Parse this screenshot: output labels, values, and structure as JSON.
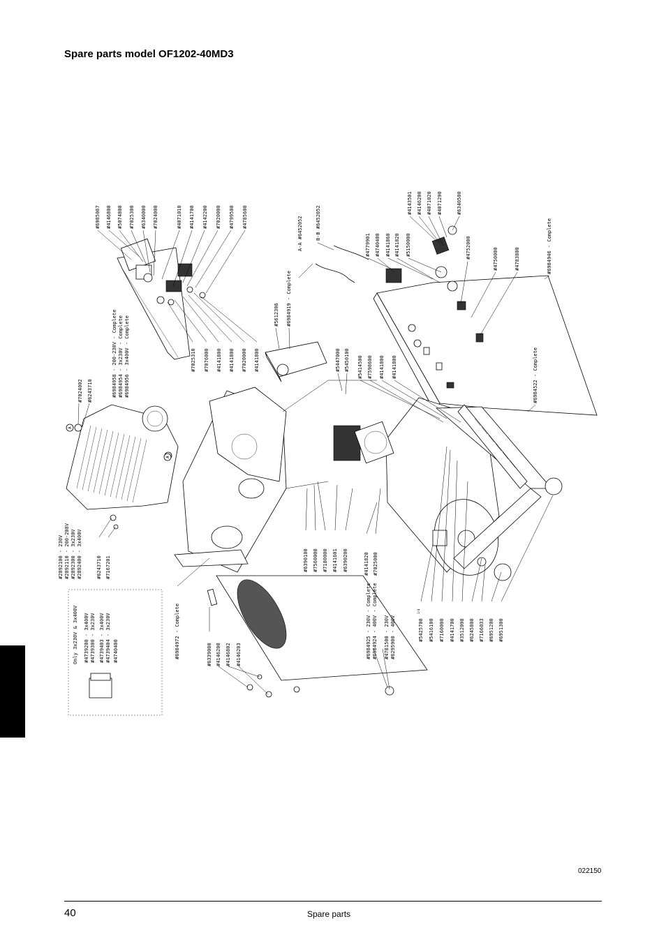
{
  "header": {
    "title": "Spare parts model OF1202-40MD3"
  },
  "figure": {
    "id": "022150"
  },
  "footer": {
    "page_number": "40",
    "section": "Spare parts"
  },
  "labels": {
    "top_group_1": [
      "#6985067",
      "#4146800",
      "#5074800",
      "#7025300",
      "#6340000",
      "#7024000"
    ],
    "top_group_2": [
      "#4071010",
      "#4141700",
      "#4142200",
      "#7020000",
      "#4799500",
      "#4785600"
    ],
    "mid_group": [
      "#7025310",
      "#7076000",
      "#4141800",
      "#4141800",
      "#7020000",
      "#4141800"
    ],
    "complete_set": [
      "#6984958 - 200-230V - Complete",
      "#6984954 - 3x230V - Complete",
      "#6984956 - 3x400V - Complete"
    ],
    "fitting_a": [
      "#7024002",
      "#6243710"
    ],
    "aa": "A-A #6452052",
    "bb": "B-B #6452052",
    "tank_box": [
      "#5612306",
      "#6984919 - Complete"
    ],
    "right_top": [
      "#4143501",
      "#4146200",
      "#4071020",
      "#4071290",
      "#6340500"
    ],
    "right_mid": [
      "#4779901",
      "#4740400",
      "#4141860",
      "#4141820",
      "#5150000",
      "#4752000",
      "#4750000",
      "#4783800"
    ],
    "complete_946": "#6984946 - Complete",
    "center_group": [
      "#5447000",
      "#5450100",
      "#5414500",
      "#7598600",
      "#4141800",
      "#4141800"
    ],
    "complete_522": "#6984522 - Complete",
    "motor_group": [
      "#2892100 - 230V",
      "#2892110 - 200-208V",
      "#2892300 - 3x230V",
      "#2892400 - 3x400V",
      "#6243710",
      "#7167201"
    ],
    "base_group": [
      "#6390100",
      "#7560000",
      "#7180000",
      "#4141601",
      "#6390200"
    ],
    "tank_group": [
      "#4141820",
      "#7025000"
    ],
    "complete_972": "#6984972 - Complete",
    "bottom_left": [
      "#6339000",
      "#4146200",
      "#4146802",
      "#4146203"
    ],
    "power_complete": [
      "#6984925 - 230V - Complete",
      "#6984924 - 400V - Complete",
      "#4781500 - 230V",
      "#6295900 - 400V"
    ],
    "bottom_right": [
      "#5425700",
      "#5416100",
      "#7160000",
      "#4141700",
      "#3512098",
      "#6245800",
      "#7166033",
      "#6951200",
      "#6951300"
    ],
    "switch_note": "Only 3x230V & 3x400V",
    "switch_group": [
      "#4739200 - 3x400V",
      "#4739300 - 3x230V",
      "#4739403 - 3x400V",
      "#4739404 - 3x230V",
      "#4740400"
    ],
    "circle_marker": "A",
    "superscript_star": "1/4"
  }
}
